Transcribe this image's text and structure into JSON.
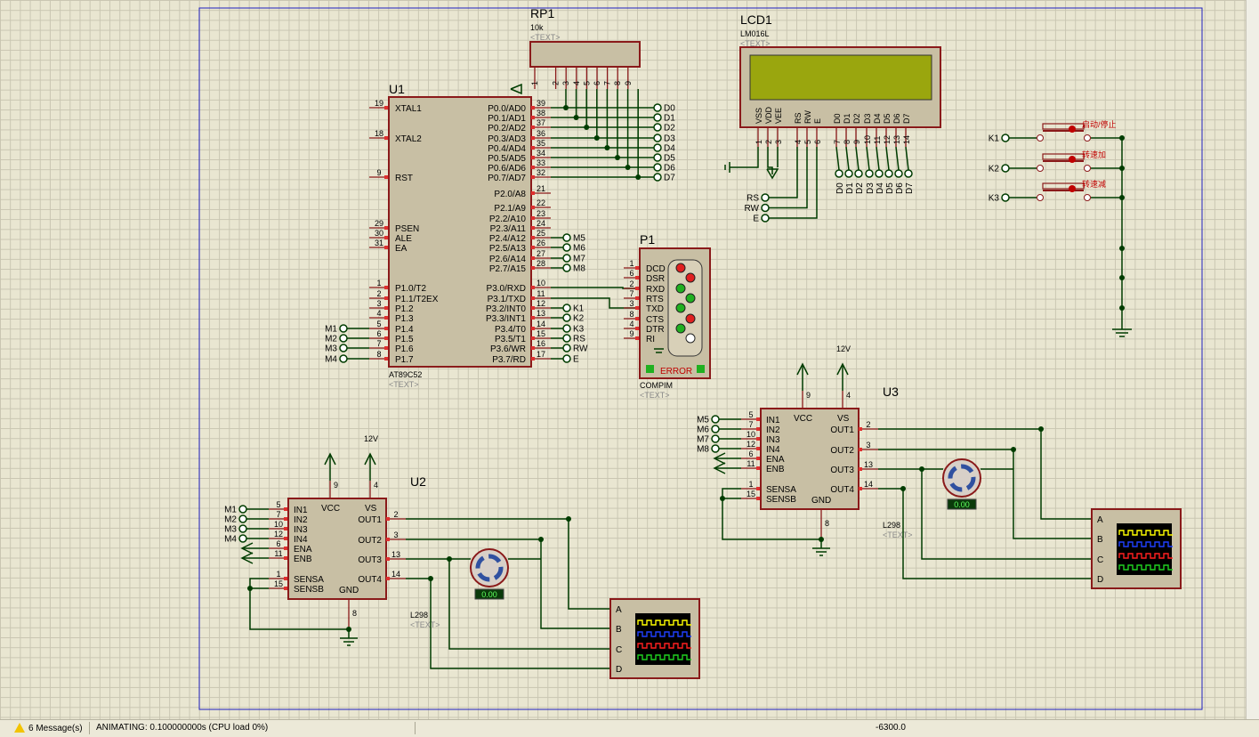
{
  "schematic": {
    "rp1": {
      "ref": "RP1",
      "value": "10k",
      "text": "<TEXT>",
      "pins": [
        "1",
        "2",
        "3",
        "4",
        "5",
        "6",
        "7",
        "8",
        "9"
      ]
    },
    "lcd1": {
      "ref": "LCD1",
      "value": "LM016L",
      "text": "<TEXT>",
      "pin_names": [
        "VSS",
        "VDD",
        "VEE",
        "RS",
        "RW",
        "E",
        "D0",
        "D1",
        "D2",
        "D3",
        "D4",
        "D5",
        "D6",
        "D7"
      ],
      "pin_numbers": [
        "1",
        "2",
        "3",
        "4",
        "5",
        "6",
        "7",
        "8",
        "9",
        "10",
        "11",
        "12",
        "13",
        "14"
      ],
      "terminals_data": [
        "D0",
        "D1",
        "D2",
        "D3",
        "D4",
        "D5",
        "D6",
        "D7"
      ],
      "terminals_ctrl": [
        "RS",
        "RW",
        "E"
      ]
    },
    "u1": {
      "ref": "U1",
      "part": "AT89C52",
      "text": "<TEXT>",
      "left_pins": [
        {
          "num": "19",
          "name": "XTAL1"
        },
        {
          "num": "18",
          "name": "XTAL2"
        },
        {
          "num": "9",
          "name": "RST"
        },
        {
          "num": "29",
          "name": "PSEN"
        },
        {
          "num": "30",
          "name": "ALE"
        },
        {
          "num": "31",
          "name": "EA"
        },
        {
          "num": "1",
          "name": "P1.0/T2"
        },
        {
          "num": "2",
          "name": "P1.1/T2EX"
        },
        {
          "num": "3",
          "name": "P1.2"
        },
        {
          "num": "4",
          "name": "P1.3"
        },
        {
          "num": "5",
          "name": "P1.4"
        },
        {
          "num": "6",
          "name": "P1.5"
        },
        {
          "num": "7",
          "name": "P1.6"
        },
        {
          "num": "8",
          "name": "P1.7"
        }
      ],
      "right_pins": [
        {
          "num": "39",
          "name": "P0.0/AD0"
        },
        {
          "num": "38",
          "name": "P0.1/AD1"
        },
        {
          "num": "37",
          "name": "P0.2/AD2"
        },
        {
          "num": "36",
          "name": "P0.3/AD3"
        },
        {
          "num": "35",
          "name": "P0.4/AD4"
        },
        {
          "num": "34",
          "name": "P0.5/AD5"
        },
        {
          "num": "33",
          "name": "P0.6/AD6"
        },
        {
          "num": "32",
          "name": "P0.7/AD7"
        },
        {
          "num": "21",
          "name": "P2.0/A8"
        },
        {
          "num": "22",
          "name": "P2.1/A9"
        },
        {
          "num": "23",
          "name": "P2.2/A10"
        },
        {
          "num": "24",
          "name": "P2.3/A11"
        },
        {
          "num": "25",
          "name": "P2.4/A12"
        },
        {
          "num": "26",
          "name": "P2.5/A13"
        },
        {
          "num": "27",
          "name": "P2.6/A14"
        },
        {
          "num": "28",
          "name": "P2.7/A15"
        },
        {
          "num": "10",
          "name": "P3.0/RXD"
        },
        {
          "num": "11",
          "name": "P3.1/TXD"
        },
        {
          "num": "12",
          "name": "P3.2/INT0"
        },
        {
          "num": "13",
          "name": "P3.3/INT1"
        },
        {
          "num": "14",
          "name": "P3.4/T0"
        },
        {
          "num": "15",
          "name": "P3.5/T1"
        },
        {
          "num": "16",
          "name": "P3.6/WR"
        },
        {
          "num": "17",
          "name": "P3.7/RD"
        }
      ],
      "p0_terminals": [
        "D0",
        "D1",
        "D2",
        "D3",
        "D4",
        "D5",
        "D6",
        "D7"
      ],
      "p2_terminals": [
        "M5",
        "M6",
        "M7",
        "M8"
      ],
      "p3_terminals": [
        "K1",
        "K2",
        "K3",
        "RS",
        "RW",
        "E"
      ],
      "p1_terminals": [
        "M1",
        "M2",
        "M3",
        "M4"
      ]
    },
    "p1": {
      "ref": "P1",
      "part": "COMPIM",
      "text": "<TEXT>",
      "pins": [
        {
          "num": "1",
          "name": "DCD"
        },
        {
          "num": "6",
          "name": "DSR"
        },
        {
          "num": "2",
          "name": "RXD"
        },
        {
          "num": "7",
          "name": "RTS"
        },
        {
          "num": "3",
          "name": "TXD"
        },
        {
          "num": "8",
          "name": "CTS"
        },
        {
          "num": "4",
          "name": "DTR"
        },
        {
          "num": "9",
          "name": "RI"
        }
      ],
      "error": "ERROR"
    },
    "keys": [
      {
        "net": "K1",
        "label": "启动/停止"
      },
      {
        "net": "K2",
        "label": "转速加"
      },
      {
        "net": "K3",
        "label": "转速减"
      }
    ],
    "u2": {
      "ref": "U2",
      "part": "L298",
      "text": "<TEXT>",
      "vs": "12V",
      "motor_readout": "0.00",
      "in_nets": [
        "M1",
        "M2",
        "M3",
        "M4"
      ]
    },
    "u3": {
      "ref": "U3",
      "part": "L298",
      "text": "<TEXT>",
      "vs": "12V",
      "motor_readout": "0.00",
      "in_nets": [
        "M5",
        "M6",
        "M7",
        "M8"
      ]
    },
    "l298": {
      "left_pins": [
        {
          "num": "5",
          "name": "IN1"
        },
        {
          "num": "7",
          "name": "IN2"
        },
        {
          "num": "10",
          "name": "IN3"
        },
        {
          "num": "12",
          "name": "IN4"
        },
        {
          "num": "6",
          "name": "ENA"
        },
        {
          "num": "11",
          "name": "ENB"
        },
        {
          "num": "1",
          "name": "SENSA"
        },
        {
          "num": "15",
          "name": "SENSB"
        }
      ],
      "out_pins": [
        {
          "num": "2",
          "name": "OUT1"
        },
        {
          "num": "3",
          "name": "OUT2"
        },
        {
          "num": "13",
          "name": "OUT3"
        },
        {
          "num": "14",
          "name": "OUT4"
        }
      ],
      "top_pins": [
        {
          "num": "9",
          "name": "VCC"
        },
        {
          "num": "4",
          "name": "VS"
        }
      ],
      "gnd": {
        "num": "8",
        "name": "GND"
      }
    },
    "scope_channels": [
      "A",
      "B",
      "C",
      "D"
    ],
    "colors": {
      "wire": "#003c00",
      "body": "#c8bfa4",
      "outline": "#8a1a1a",
      "pin": "#8a1a1a",
      "sheet": "#2020c0"
    }
  },
  "status": {
    "messages": "6 Message(s)",
    "animating": "ANIMATING: 0.100000000s (CPU load 0%)",
    "coord": "-6300.0"
  }
}
